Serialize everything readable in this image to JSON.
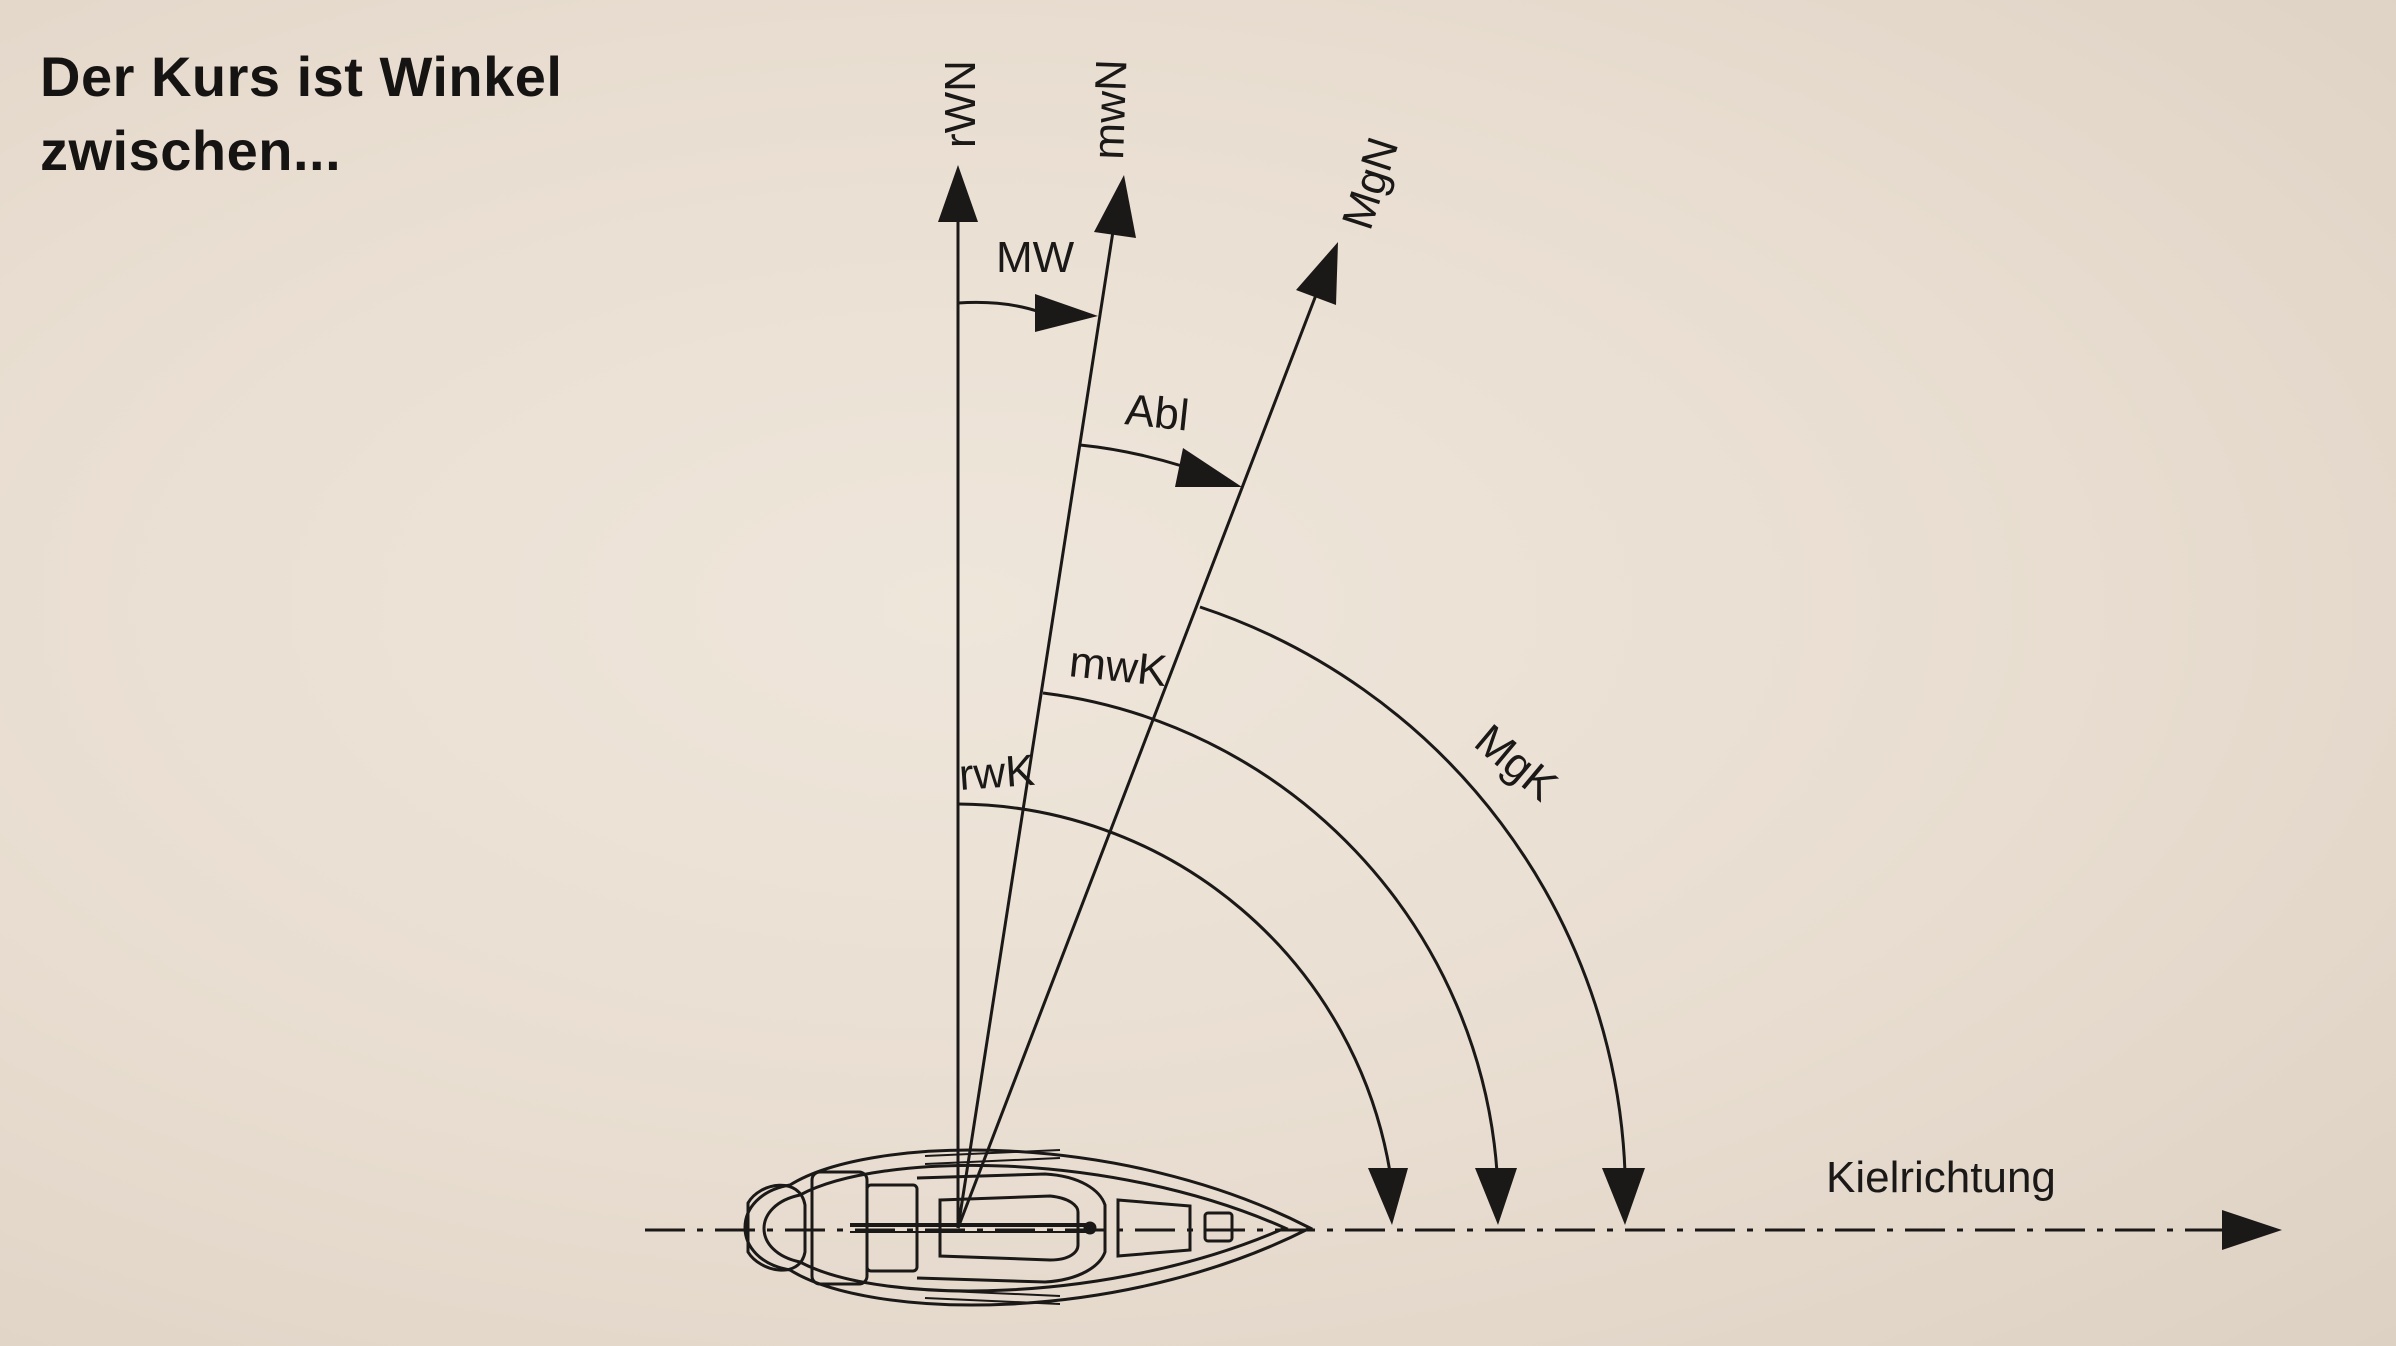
{
  "heading": {
    "line1": "Der Kurs ist Winkel",
    "line2": "zwischen..."
  },
  "directions": {
    "rwn": "rWN",
    "mwn": "mwN",
    "mgn": "MgN"
  },
  "angles": {
    "mw": "MW",
    "abl": "Abl",
    "mwk": "mwK",
    "rwk": "rwK",
    "mgk": "MgK"
  },
  "keel": {
    "label": "Kielrichtung"
  },
  "colors": {
    "ink": "#1b1918",
    "paper": "#e9dfd3"
  }
}
